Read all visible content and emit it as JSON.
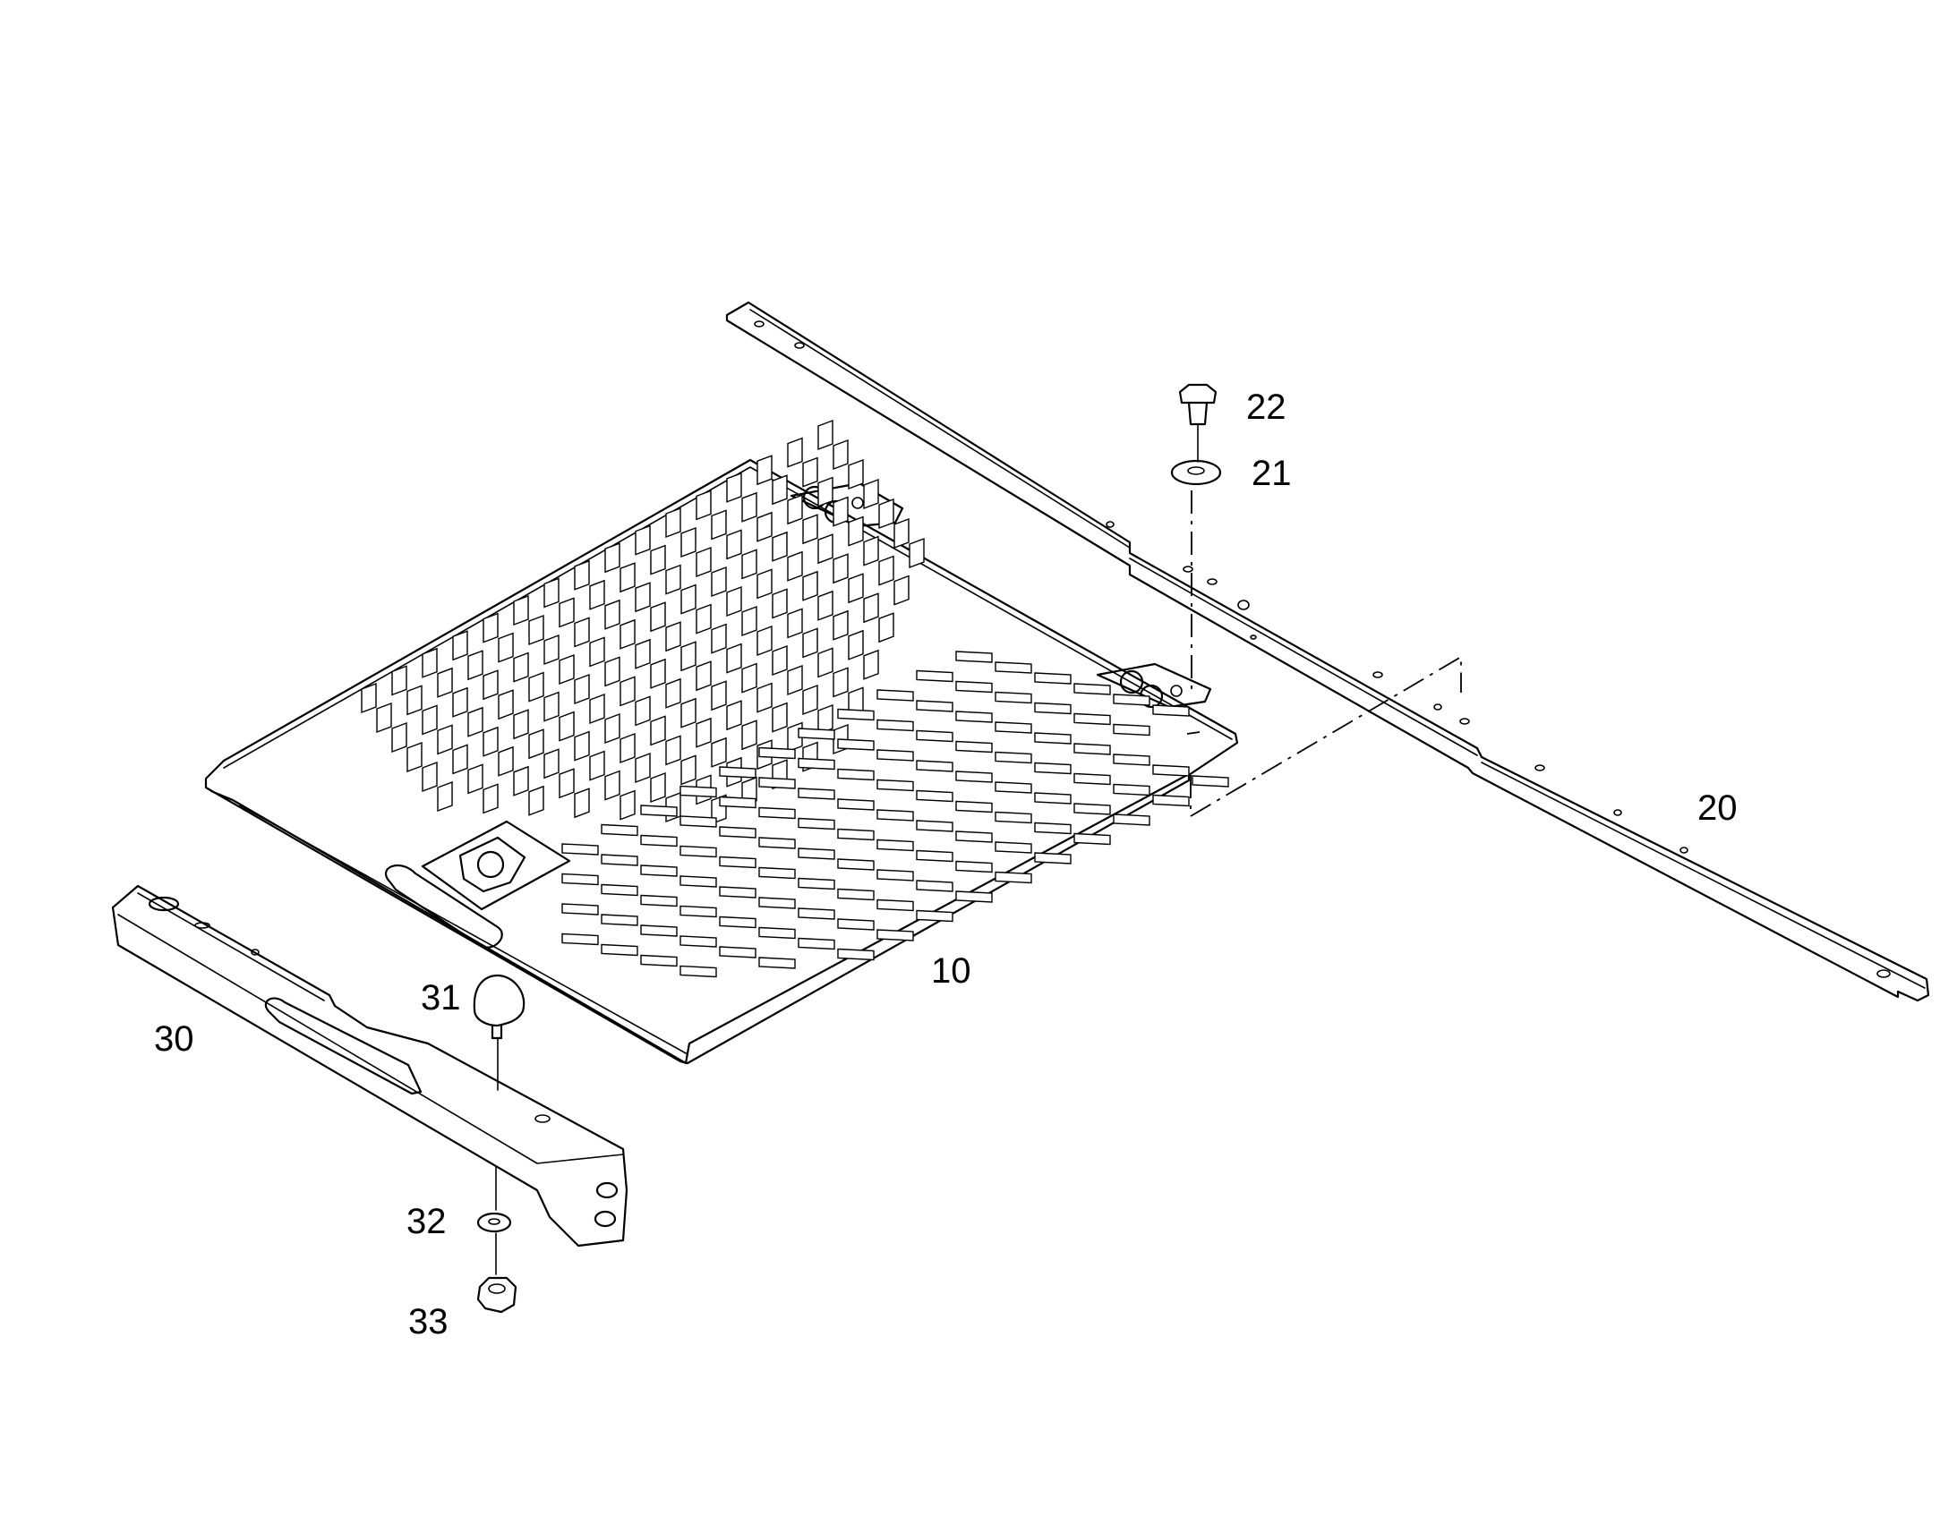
{
  "callouts": {
    "part_10": "10",
    "part_20": "20",
    "part_21": "21",
    "part_22": "22",
    "part_30": "30",
    "part_31": "31",
    "part_32": "32",
    "part_33": "33"
  },
  "colors": {
    "line": "#000000",
    "background": "#ffffff",
    "slot_fill": "#ffffff"
  },
  "slots": {
    "upper_left_rows": 12,
    "upper_left_cols": 16,
    "lower_right_rows": 14,
    "lower_right_cols": 9
  }
}
